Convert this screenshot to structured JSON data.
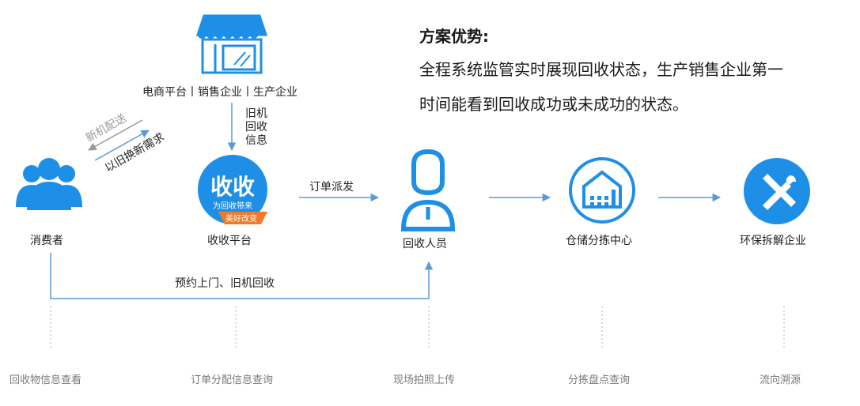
{
  "advantage": {
    "title": "方案优势:",
    "line1": "全程系统监管实时展现回收状态，生产销售企业第一",
    "line2": "时间能看到回收成功或未成功的状态。"
  },
  "nodes": {
    "store_label": "电商平台丨销售企业丨生产企业",
    "consumer_label": "消费者",
    "platform_label": "收收平台",
    "recycler_label": "回收人员",
    "warehouse_label": "仓储分拣中心",
    "enterprise_label": "环保拆解企业"
  },
  "logo": {
    "main": "收收",
    "tagline": "为回收带来",
    "ribbon": "美好改变"
  },
  "edges": {
    "old_machine_info": [
      "旧机",
      "回收",
      "信息"
    ],
    "new_delivery": "新机配送",
    "trade_in_demand": "以旧换新需求",
    "order_dispatch": "订单派发",
    "appointment": "预约上门、旧机回收"
  },
  "captions": [
    "回收物信息查看",
    "订单分配信息查询",
    "现场拍照上传",
    "分拣盘点查询",
    "流向溯源"
  ],
  "colors": {
    "accent": "#1e8fe6",
    "arrow": "#5b9bd5",
    "gray_arrow": "#9a9a9a",
    "ribbon": "#f07a2a"
  }
}
